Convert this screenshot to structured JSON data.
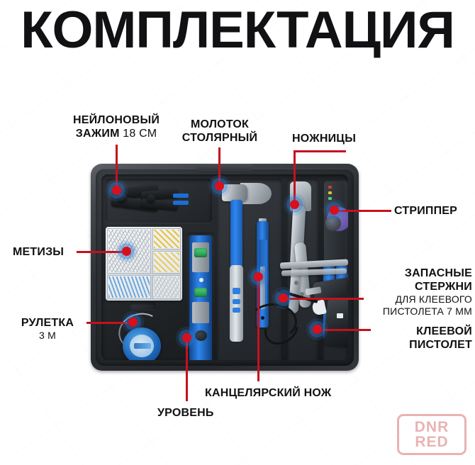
{
  "header": {
    "title": "КОМПЛЕКТАЦИЯ"
  },
  "watermark": {
    "line1": "DNR",
    "line2": "RED",
    "color": "#c94242"
  },
  "colors": {
    "leader_line": "#c3121f",
    "marker_dot": "#d8101d",
    "text": "#111013"
  },
  "callouts": [
    {
      "id": "nylon-clamp",
      "main": "НЕЙЛОНОВЫЙ\nЗАЖИМ",
      "main_l1": "НЕЙЛОНОВЫЙ",
      "main_l2": "ЗАЖИМ",
      "suffix": "18 СМ",
      "sub": ""
    },
    {
      "id": "hammer",
      "main_l1": "МОЛОТОК",
      "main_l2": "СТОЛЯРНЫЙ",
      "suffix": "",
      "sub": ""
    },
    {
      "id": "scissors",
      "main_l1": "НОЖНИЦЫ",
      "main_l2": "",
      "suffix": "",
      "sub": ""
    },
    {
      "id": "stripper",
      "main_l1": "СТРИППЕР",
      "main_l2": "",
      "suffix": "",
      "sub": ""
    },
    {
      "id": "fasteners",
      "main_l1": "МЕТИЗЫ",
      "main_l2": "",
      "suffix": "",
      "sub": ""
    },
    {
      "id": "tape-measure",
      "main_l1": "РУЛЕТКА",
      "main_l2": "",
      "suffix": "",
      "sub": "3 М"
    },
    {
      "id": "glue-sticks",
      "main_l1": "ЗАПАСНЫЕ",
      "main_l2": "СТЕРЖНИ",
      "suffix": "",
      "sub_l1": "ДЛЯ КЛЕЕВОГО",
      "sub_l2": "ПИСТОЛЕТА 7 ММ"
    },
    {
      "id": "glue-gun",
      "main_l1": "КЛЕЕВОЙ",
      "main_l2": "ПИСТОЛЕТ",
      "suffix": "",
      "sub": ""
    },
    {
      "id": "utility-knife",
      "main_l1": "КАНЦЕЛЯРСКИЙ НОЖ",
      "main_l2": "",
      "suffix": "",
      "sub": ""
    },
    {
      "id": "level",
      "main_l1": "УРОВЕНЬ",
      "main_l2": "",
      "suffix": "",
      "sub": ""
    }
  ],
  "labels": {
    "nylon_clamp_l1": "НЕЙЛОНОВЫЙ",
    "nylon_clamp_l2": "ЗАЖИМ",
    "nylon_clamp_size": "18 СМ",
    "hammer_l1": "МОЛОТОК",
    "hammer_l2": "СТОЛЯРНЫЙ",
    "scissors": "НОЖНИЦЫ",
    "stripper": "СТРИППЕР",
    "fasteners": "МЕТИЗЫ",
    "tape_l1": "РУЛЕТКА",
    "tape_l2": "3 М",
    "rods_l1": "ЗАПАСНЫЕ",
    "rods_l2": "СТЕРЖНИ",
    "rods_sub1": "ДЛЯ КЛЕЕВОГО",
    "rods_sub2": "ПИСТОЛЕТА 7 ММ",
    "gluegun_l1": "КЛЕЕВОЙ",
    "gluegun_l2": "ПИСТОЛЕТ",
    "knife": "КАНЦЕЛЯРСКИЙ НОЖ",
    "level": "УРОВЕНЬ"
  }
}
